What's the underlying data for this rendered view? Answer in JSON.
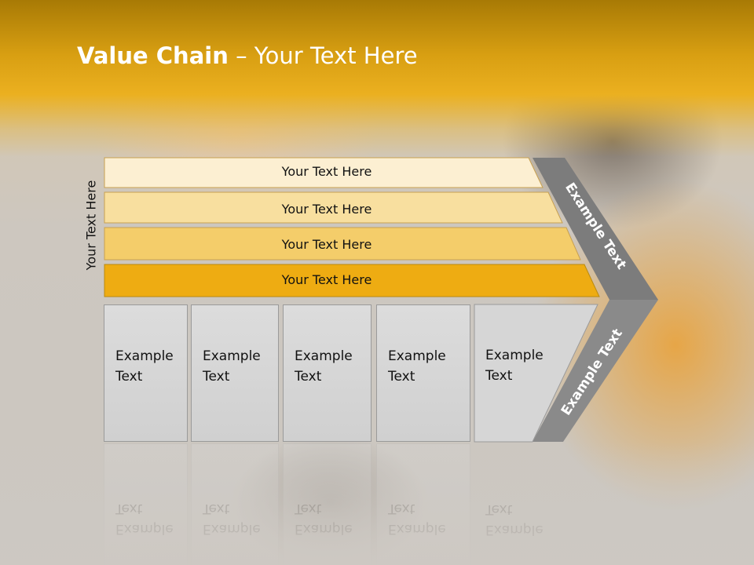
{
  "title": {
    "bold": "Value Chain",
    "rest": " – Your Text Here"
  },
  "side_label": "Your Text Here",
  "bars": [
    {
      "label": "Your Text Here",
      "color": "#fcefd2"
    },
    {
      "label": "Your Text Here",
      "color": "#f8df9f"
    },
    {
      "label": "Your Text Here",
      "color": "#f4cd6a"
    },
    {
      "label": "Your Text Here",
      "color": "#eeac12"
    }
  ],
  "cells": [
    {
      "text": "Example\nText"
    },
    {
      "text": "Example\nText"
    },
    {
      "text": "Example\nText"
    },
    {
      "text": "Example\nText"
    },
    {
      "text": "Example\nText"
    }
  ],
  "chevron": {
    "upper_text": "Example Text",
    "lower_text": "Example Text",
    "upper_color": "#7c7c7c",
    "lower_color": "#8a8a8a"
  }
}
